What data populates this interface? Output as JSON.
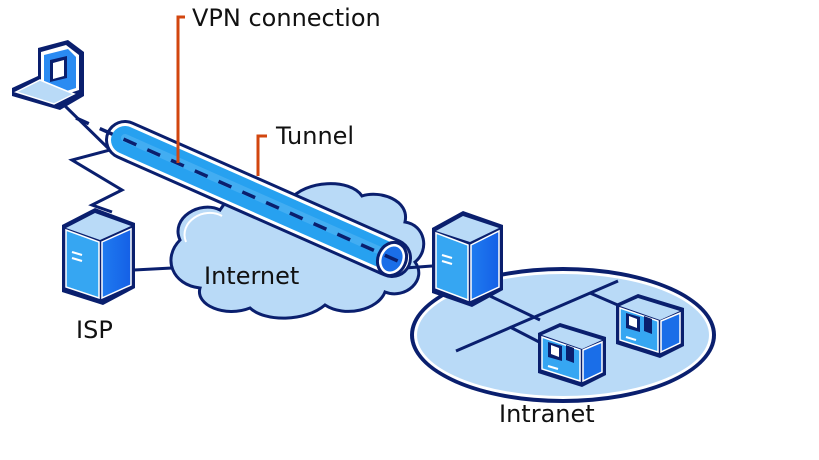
{
  "title": "VPN connection diagram",
  "labels": {
    "vpn_connection": "VPN connection",
    "tunnel": "Tunnel",
    "internet": "Internet",
    "isp": "ISP",
    "intranet": "Intranet"
  },
  "nodes": [
    {
      "id": "laptop",
      "type": "laptop-icon"
    },
    {
      "id": "isp-server",
      "type": "server-icon"
    },
    {
      "id": "internet",
      "type": "cloud-icon"
    },
    {
      "id": "vpn-server",
      "type": "server-icon"
    },
    {
      "id": "intranet",
      "type": "network-ellipse"
    },
    {
      "id": "workstation-1",
      "type": "desktop-icon"
    },
    {
      "id": "workstation-2",
      "type": "desktop-icon"
    }
  ],
  "edges": [
    {
      "from": "laptop",
      "to": "isp-server",
      "style": "lightning-link"
    },
    {
      "from": "isp-server",
      "to": "internet",
      "style": "line"
    },
    {
      "from": "internet",
      "to": "vpn-server",
      "style": "line"
    },
    {
      "from": "laptop",
      "to": "vpn-server",
      "style": "tunnel-dashed"
    }
  ],
  "colors": {
    "outline": "#0a1f6e",
    "light_blue": "#b9daf7",
    "mid_blue": "#33a7f2",
    "bright_blue": "#1a72e8",
    "leader_orange": "#d2460f",
    "text": "#111111"
  }
}
